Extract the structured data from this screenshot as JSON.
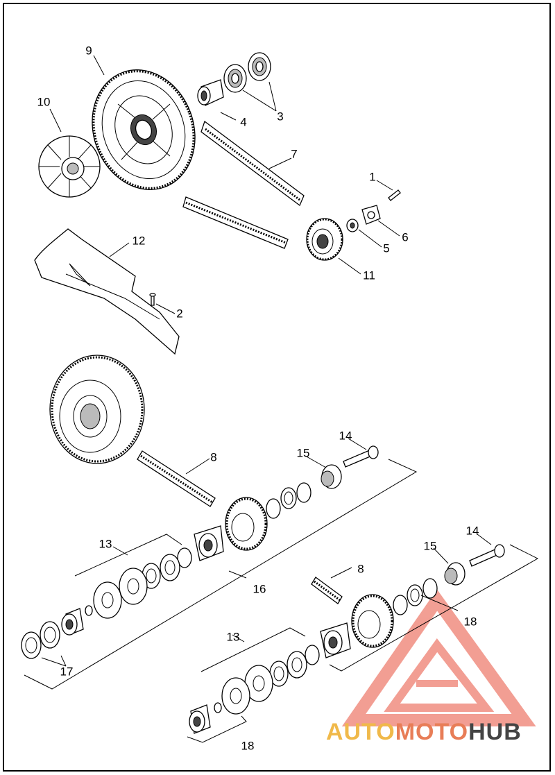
{
  "callouts": [
    {
      "id": "9",
      "text": "9"
    },
    {
      "id": "10",
      "text": "10"
    },
    {
      "id": "4",
      "text": "4"
    },
    {
      "id": "3",
      "text": "3"
    },
    {
      "id": "7",
      "text": "7"
    },
    {
      "id": "1",
      "text": "1"
    },
    {
      "id": "6",
      "text": "6"
    },
    {
      "id": "5",
      "text": "5"
    },
    {
      "id": "11",
      "text": "11"
    },
    {
      "id": "12",
      "text": "12"
    },
    {
      "id": "2",
      "text": "2"
    },
    {
      "id": "8a",
      "text": "8"
    },
    {
      "id": "14a",
      "text": "14"
    },
    {
      "id": "15a",
      "text": "15"
    },
    {
      "id": "13a",
      "text": "13"
    },
    {
      "id": "16",
      "text": "16"
    },
    {
      "id": "17",
      "text": "17"
    },
    {
      "id": "14b",
      "text": "14"
    },
    {
      "id": "15b",
      "text": "15"
    },
    {
      "id": "8b",
      "text": "8"
    },
    {
      "id": "18a",
      "text": "18"
    },
    {
      "id": "13b",
      "text": "13"
    },
    {
      "id": "18b",
      "text": "18"
    }
  ],
  "watermark": {
    "part1": "AUTO",
    "part2": "MOTO",
    "part3": "HUB",
    "logo_color": "#e8503c"
  }
}
